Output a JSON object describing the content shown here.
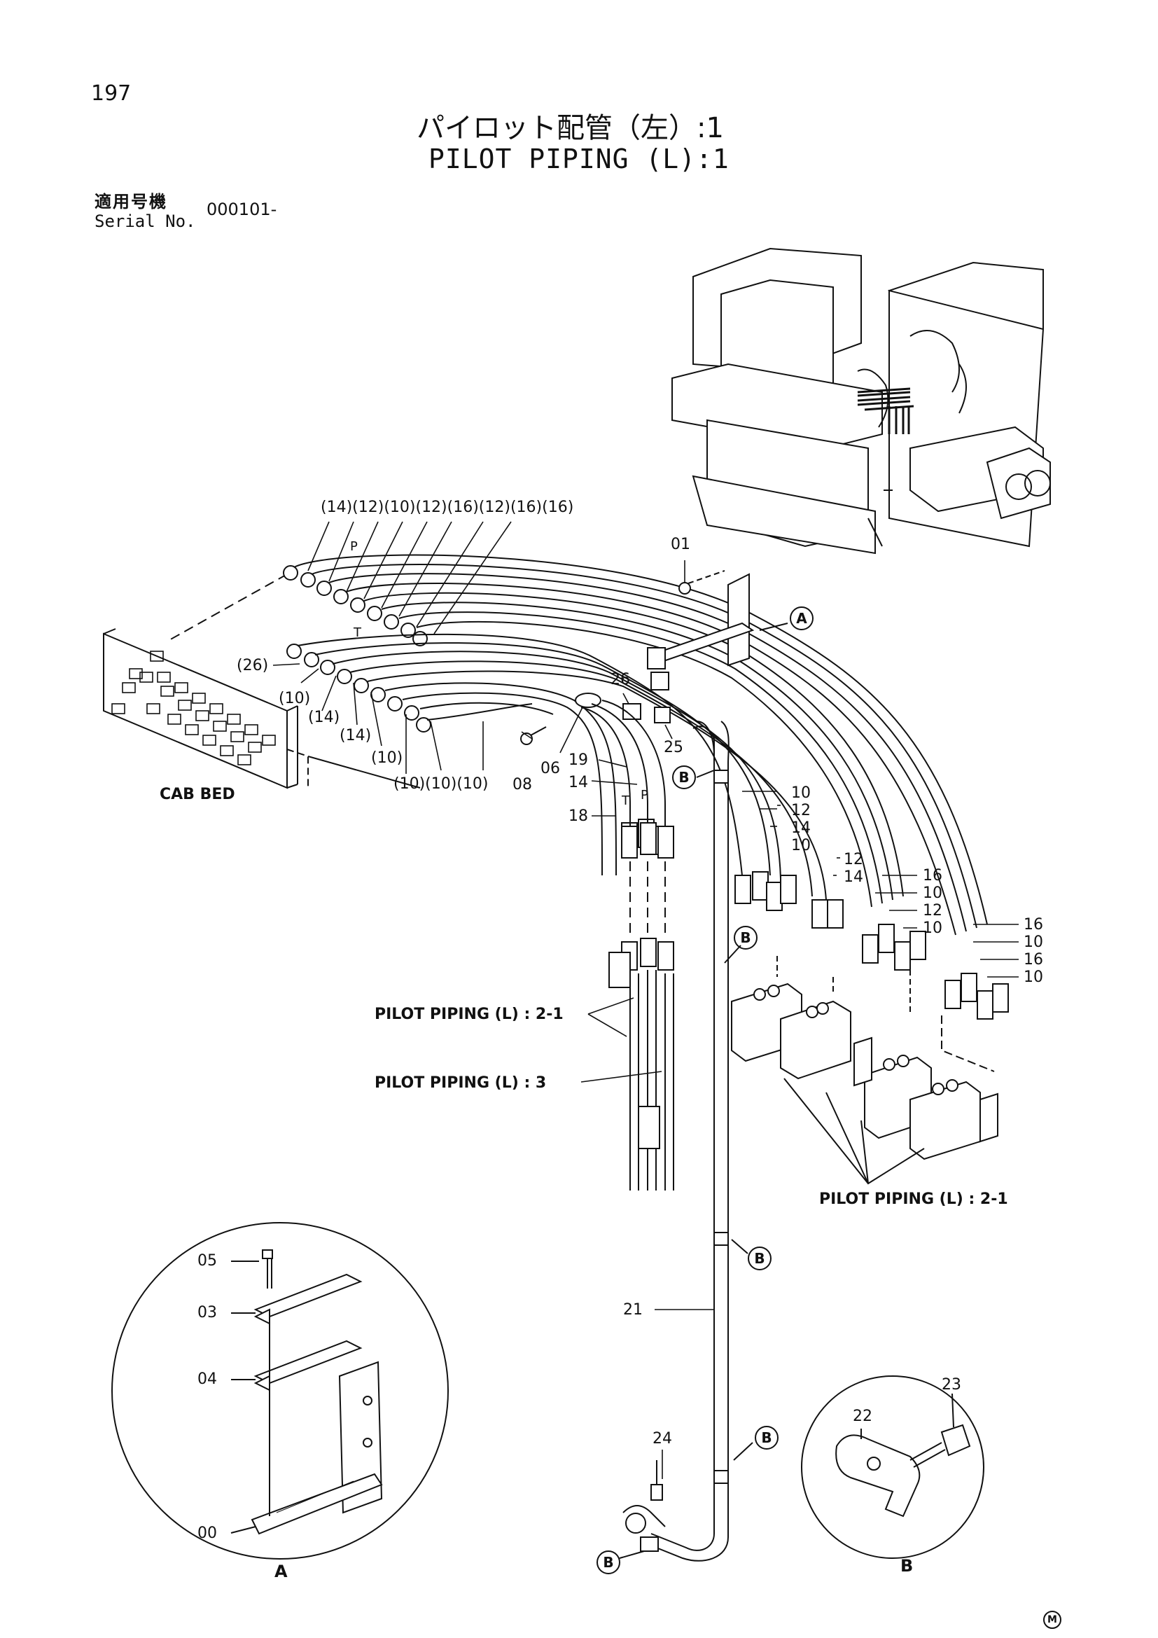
{
  "page_number": "197",
  "title_japanese": "パイロット配管（左）:1",
  "title_english": "PILOT PIPING (L):1",
  "serial": {
    "label_japanese": "適用号機",
    "label_english": "Serial No.",
    "value": "000101-"
  },
  "callouts": {
    "top_row": "(14)(12)(10)(12)(16)(12)(16)(16)",
    "p1": "P",
    "t1": "T",
    "c26_paren": "(26)",
    "c10a": "(10)",
    "c14a": "(14)",
    "c14b": "(14)",
    "c10b": "(10)",
    "bottom_row": "(10)(10)(10)",
    "n01": "01",
    "n26": "26",
    "n25": "25",
    "n08": "08",
    "n06": "06",
    "n19": "19",
    "n14": "14",
    "n18": "18",
    "t2": "T",
    "p2": "P",
    "v10a": "10",
    "v12a": "12",
    "v14a": "14",
    "v10b": "10",
    "v12b": "12",
    "v14b": "14",
    "v16a": "16",
    "v10c": "10",
    "v12c": "12",
    "v10d": "10",
    "v16b": "16",
    "v10e": "10",
    "v16c": "16",
    "v10f": "10",
    "n21": "21",
    "n24": "24",
    "n05": "05",
    "n03": "03",
    "n04": "04",
    "n00": "00",
    "n22": "22",
    "n23": "23",
    "circle_a": "A",
    "circle_b": "B",
    "detail_a": "A",
    "detail_b": "B",
    "mark_m": "M"
  },
  "labels": {
    "cab_bed": "CAB BED",
    "pilot_2_1_left": "PILOT PIPING (L) : 2-1",
    "pilot_3": "PILOT PIPING (L) : 3",
    "pilot_2_1_right": "PILOT PIPING (L) : 2-1"
  }
}
